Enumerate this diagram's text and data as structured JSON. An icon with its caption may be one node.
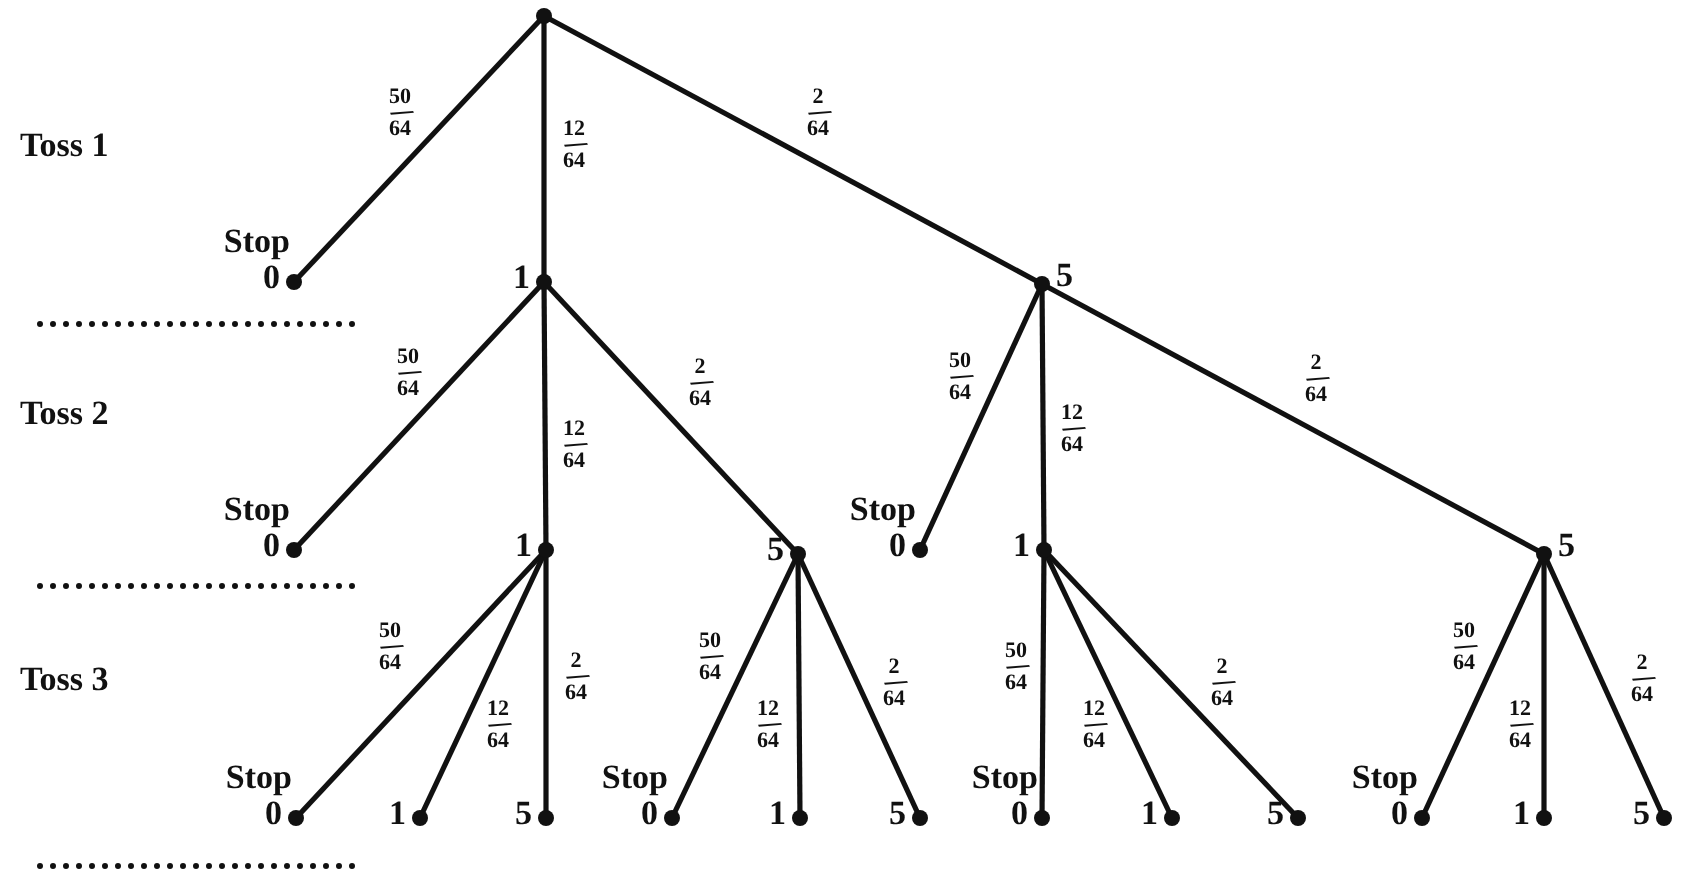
{
  "diagram": {
    "nodes": [
      {
        "text": [],
        "shape": "circle"
      },
      {
        "text": [
          "0"
        ],
        "beside": [
          "Stop"
        ]
      },
      {
        "text": [
          "1"
        ]
      },
      {
        "text": [
          "5"
        ]
      },
      {
        "text": [
          "0"
        ],
        "beside": [
          "Stop"
        ]
      },
      {
        "text": [
          "1"
        ]
      },
      {
        "text": [
          "5"
        ]
      },
      {
        "text": [
          "0"
        ],
        "beside": [
          "Stop"
        ]
      },
      {
        "text": [
          "1"
        ]
      },
      {
        "text": [
          "5"
        ]
      },
      {
        "text": [
          "0"
        ],
        "beside": [
          "Stop"
        ]
      },
      {
        "text": [
          "1"
        ]
      },
      {
        "text": [
          "5"
        ]
      },
      {
        "text": [
          "0"
        ],
        "beside": [
          "Stop"
        ]
      },
      {
        "text": [
          "1"
        ]
      },
      {
        "text": [
          "5"
        ]
      },
      {
        "text": [
          "0"
        ],
        "beside": [
          "Stop"
        ]
      },
      {
        "text": [
          "1"
        ]
      },
      {
        "text": [
          "5"
        ]
      },
      {
        "text": [
          "0"
        ],
        "beside": [
          "Stop"
        ]
      },
      {
        "text": [
          "1"
        ]
      },
      {
        "text": [
          "5"
        ]
      }
    ],
    "edges": [
      {
        "from": 0,
        "to": 1,
        "arrow": "none",
        "label": "50/64"
      },
      {
        "from": 0,
        "to": 2,
        "arrow": "none",
        "label": "12/64"
      },
      {
        "from": 0,
        "to": 3,
        "arrow": "none",
        "label": "2/64"
      },
      {
        "from": 2,
        "to": 4,
        "arrow": "none",
        "label": "50/64"
      },
      {
        "from": 2,
        "to": 5,
        "arrow": "none",
        "label": "12/64"
      },
      {
        "from": 2,
        "to": 6,
        "arrow": "none",
        "label": "2/64"
      },
      {
        "from": 3,
        "to": 7,
        "arrow": "none",
        "label": "50/64"
      },
      {
        "from": 3,
        "to": 8,
        "arrow": "none",
        "label": "12/64"
      },
      {
        "from": 3,
        "to": 9,
        "arrow": "none",
        "label": "2/64"
      },
      {
        "from": 5,
        "to": 10,
        "arrow": "none",
        "label": "50/64"
      },
      {
        "from": 5,
        "to": 11,
        "arrow": "none",
        "label": "12/64"
      },
      {
        "from": 5,
        "to": 12,
        "arrow": "none",
        "label": "2/64"
      },
      {
        "from": 6,
        "to": 13,
        "arrow": "none",
        "label": "50/64"
      },
      {
        "from": 6,
        "to": 14,
        "arrow": "none",
        "label": "12/64"
      },
      {
        "from": 6,
        "to": 15,
        "arrow": "none",
        "label": "2/64"
      },
      {
        "from": 8,
        "to": 16,
        "arrow": "none",
        "label": "50/64"
      },
      {
        "from": 8,
        "to": 17,
        "arrow": "none",
        "label": "12/64"
      },
      {
        "from": 8,
        "to": 18,
        "arrow": "none",
        "label": "2/64"
      },
      {
        "from": 9,
        "to": 19,
        "arrow": "none",
        "label": "50/64"
      },
      {
        "from": 9,
        "to": 20,
        "arrow": "none",
        "label": "12/64"
      },
      {
        "from": 9,
        "to": 21,
        "arrow": "none",
        "label": "2/64"
      }
    ],
    "labels": [
      "Toss 1",
      "Toss 2",
      "Toss 3"
    ]
  }
}
